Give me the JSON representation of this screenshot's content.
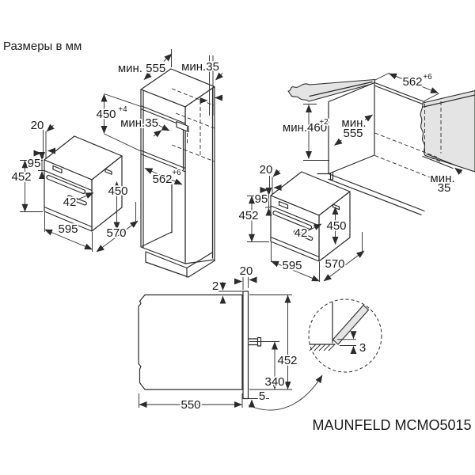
{
  "labels": {
    "title": "Размеры в мм",
    "model": "MAUNFELD MCMO5015"
  },
  "colors": {
    "line": "#2b2b2b",
    "panel_gray": "#e4e4e4",
    "background": "#ffffff"
  },
  "oven_left": {
    "top_gap": "20",
    "control_panel": "95",
    "height": "452",
    "handle": "42",
    "door": "450",
    "width": "595",
    "depth": "570"
  },
  "oven_right": {
    "top_gap": "20",
    "control_panel": "95",
    "height": "452",
    "handle": "42",
    "door": "450",
    "width": "595",
    "depth": "570"
  },
  "tall_cabinet": {
    "depth_min": "мин. 555",
    "top_clearance": "мин.35",
    "niche_height": "450",
    "niche_height_tol": "+4",
    "vent_clearance": "мин.35",
    "niche_width": "562",
    "niche_width_tol": "+6"
  },
  "counter_cabinet": {
    "niche_width": "562",
    "niche_width_tol": "+6",
    "niche_height": "мин.460",
    "niche_height_tol": "+2",
    "depth_line1": "мин.",
    "depth_line2": "555",
    "back_clear_line1": "мин.",
    "back_clear_line2": "35"
  },
  "side_view": {
    "door_overhang": "2",
    "door_thickness": "20",
    "height": "452",
    "mount_height": "340",
    "depth": "550",
    "bottom_gap": "5"
  },
  "detail": {
    "gap": "3"
  }
}
